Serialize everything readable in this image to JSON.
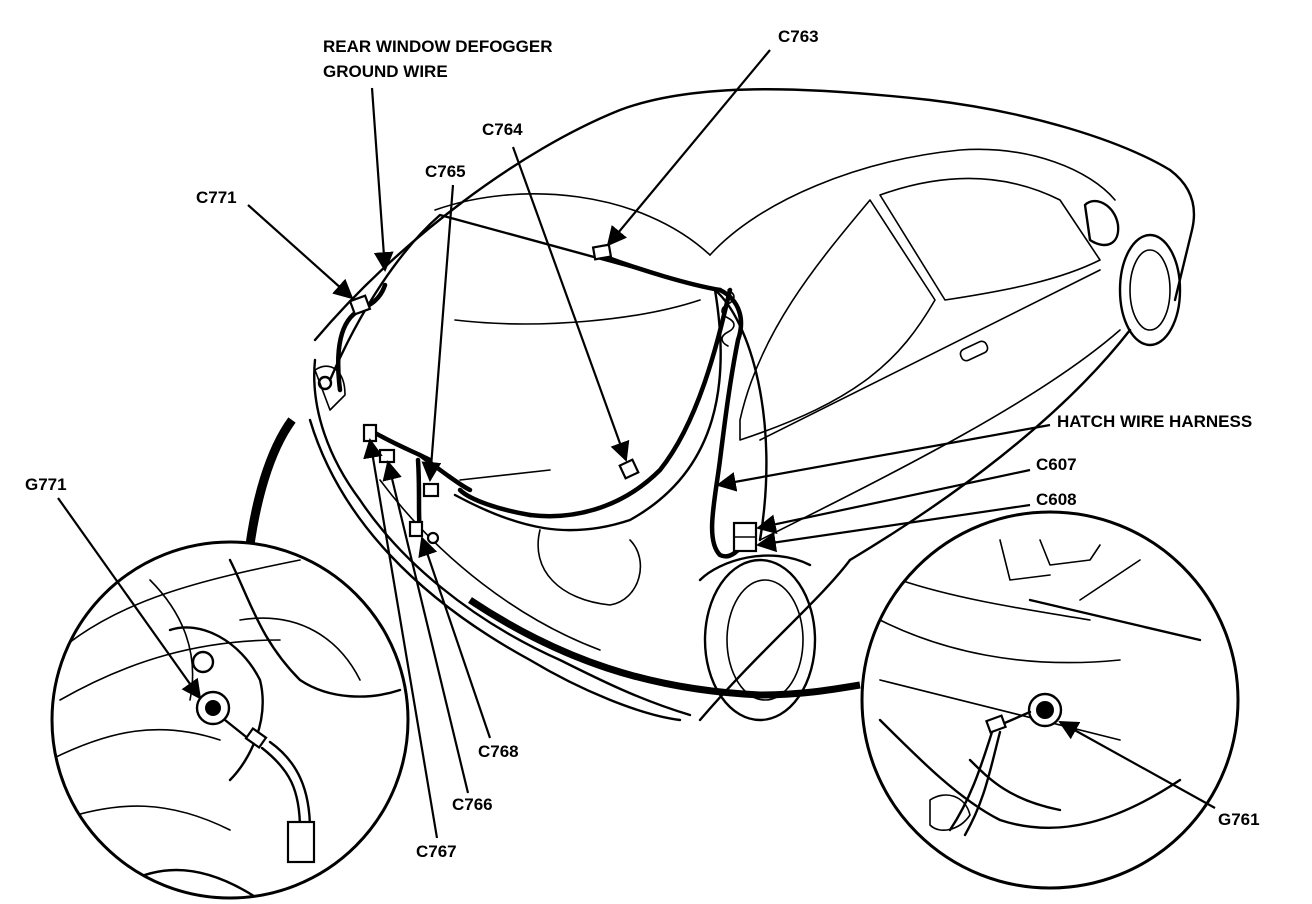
{
  "callouts": {
    "defogger_ground_line1": "REAR WINDOW DEFOGGER",
    "defogger_ground_line2": "GROUND WIRE",
    "c763": "C763",
    "c764": "C764",
    "c765": "C765",
    "c771": "C771",
    "hatch_harness": "HATCH WIRE HARNESS",
    "c607": "C607",
    "c608": "C608",
    "g771": "G771",
    "g761": "G761",
    "c768": "C768",
    "c766": "C766",
    "c767": "C767"
  },
  "colors": {
    "ink": "#000000",
    "paper": "#ffffff"
  }
}
